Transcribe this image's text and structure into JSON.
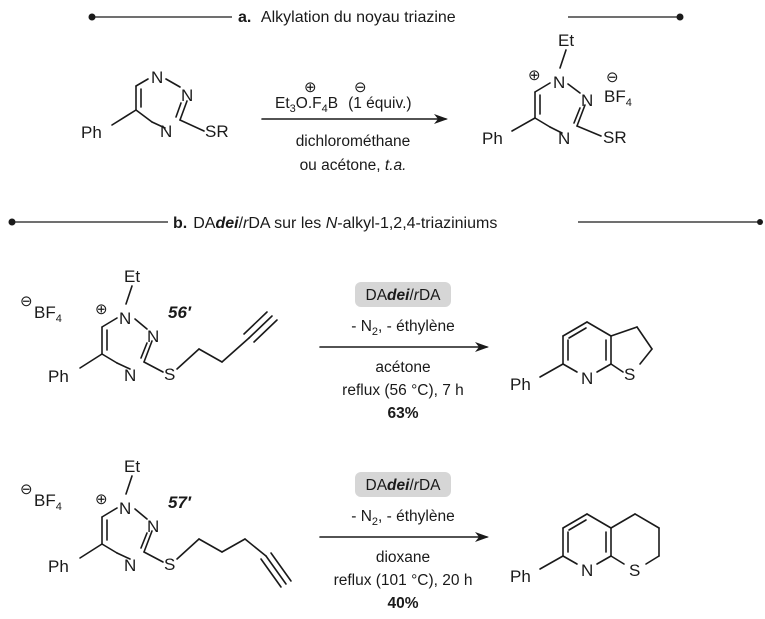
{
  "section_a": {
    "letter": "a.",
    "title": "Alkylation du noyau triazine",
    "reagent_1": "Et",
    "reagent_1_sub": "3",
    "reagent_2": "O",
    "reagent_3": ".F",
    "reagent_3_sub": "4",
    "reagent_4": "B",
    "reagent_equiv": "(1 équiv.)",
    "solvent_line_1": "dichlorométhane",
    "solvent_line_2": "ou acétone, ",
    "solvent_temp": "t.a.",
    "plus_charge": "⊕",
    "minus_charge": "⊖"
  },
  "section_b": {
    "letter": "b.",
    "title_1": "DA",
    "title_2": "dei",
    "title_3": "/",
    "title_4": "r",
    "title_5": "DA sur les ",
    "title_6": "N",
    "title_7": "-alkyl-1,2,4-triaziniums"
  },
  "atoms": {
    "N": "N",
    "Ph": "Ph",
    "S": "S",
    "SR": "SR",
    "Et": "Et",
    "BF": "BF",
    "BF_sub": "4"
  },
  "reactions": [
    {
      "compound": "56′",
      "pill_1": "DA",
      "pill_2": "dei",
      "pill_3": "/",
      "pill_4": "r",
      "pill_5": "DA",
      "byproducts_1": "- N",
      "byproducts_sub": "2",
      "byproducts_2": ", - éthylène",
      "solvent": "acétone",
      "conditions": "reflux (56 °C), 7 h",
      "yield": "63%"
    },
    {
      "compound": "57′",
      "pill_1": "DA",
      "pill_2": "dei",
      "pill_3": "/",
      "pill_4": "r",
      "pill_5": "DA",
      "byproducts_1": "- N",
      "byproducts_sub": "2",
      "byproducts_2": ", - éthylène",
      "solvent": "dioxane",
      "conditions": "reflux (101 °C), 20 h",
      "yield": "40%"
    }
  ],
  "colors": {
    "ink": "#1a1a1a",
    "pill": "#d6d6d6",
    "background": "#ffffff"
  }
}
